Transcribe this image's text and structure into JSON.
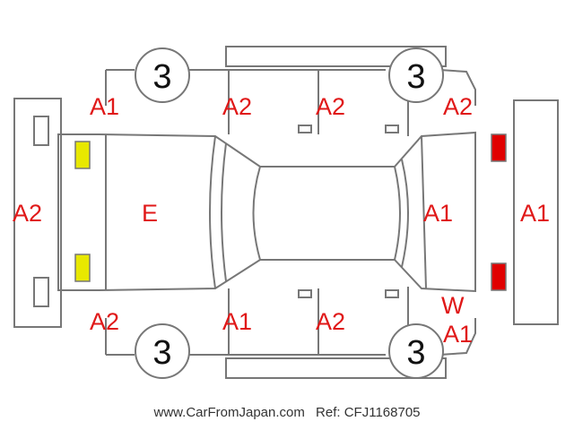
{
  "labels": {
    "front_bumper": "A2",
    "rear_bumper": "A1",
    "hood": "E",
    "roof": "",
    "front_left_fender": "A1",
    "front_left_door": "A2",
    "rear_left_door": "A2",
    "rear_left_quarter": "A2",
    "front_right_fender": "A2",
    "front_right_door": "A1",
    "rear_right_door": "A2",
    "rear_right_quarter_w": "W",
    "rear_right_quarter": "A1",
    "trunk": "A1"
  },
  "wheels": {
    "front_left": "3",
    "rear_left": "3",
    "front_right": "3",
    "rear_right": "3"
  },
  "markers": {
    "front_lights_color": "#e8e800",
    "rear_lights_color": "#e00000"
  },
  "footer": {
    "site": "www.CarFromJapan.com",
    "ref": "Ref: CFJ1168705"
  }
}
